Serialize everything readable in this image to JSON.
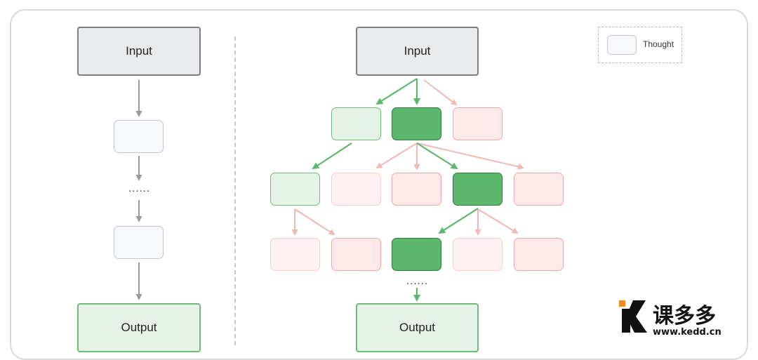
{
  "left": {
    "input_label": "Input",
    "output_label": "Output",
    "ellipsis": "......"
  },
  "right": {
    "input_label": "Input",
    "output_label": "Output",
    "ellipsis": "......"
  },
  "legend": {
    "label": "Thought"
  },
  "colors": {
    "good_dark": "#5cb86d",
    "good_light": "#e6f4e7",
    "bad_light": "#fde9e9",
    "bad_faint": "#fef1f1",
    "arrow_gray": "#9a9a9a",
    "arrow_green": "#5cb86d",
    "arrow_pink": "#f0b9b3"
  },
  "watermark": {
    "brand": "课多多",
    "url": "www.kedd.cn"
  }
}
